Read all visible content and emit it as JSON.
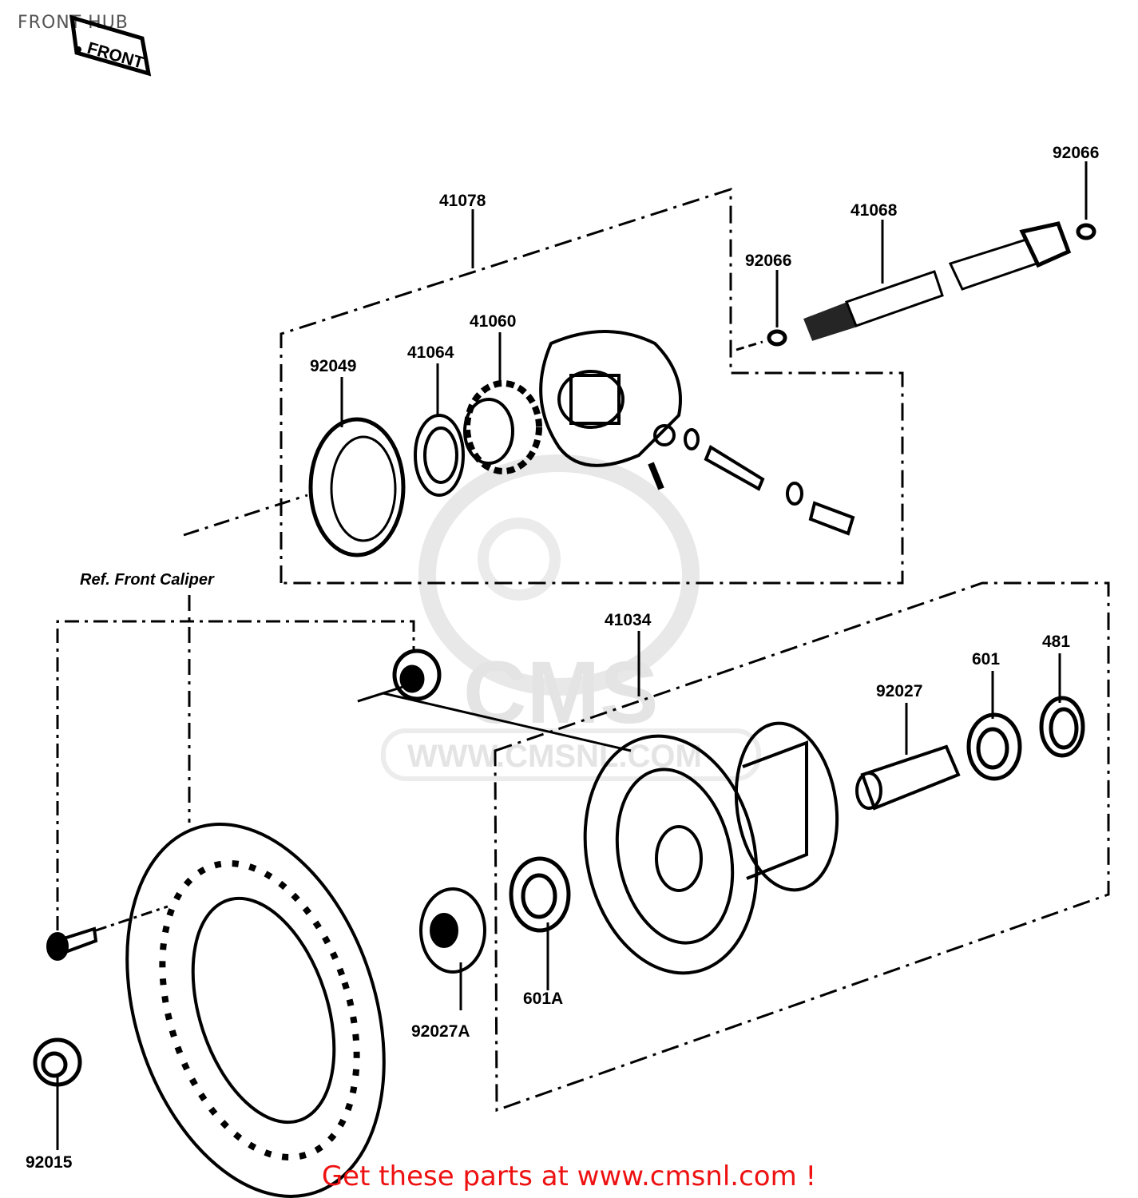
{
  "title": "FRONT HUB",
  "footer": "Get these parts at www.cmsnl.com !",
  "watermark": {
    "logo_text": "CMS",
    "url_text": "WWW.CMSNL.COM"
  },
  "reference_label": "Ref. Front Caliper",
  "front_badge": "FRONT",
  "parts": {
    "p41078": "41078",
    "p92066_top": "92066",
    "p41068": "41068",
    "p92066_mid": "92066",
    "p41060": "41060",
    "p41064": "41064",
    "p92049": "92049",
    "p41034": "41034",
    "p481": "481",
    "p601": "601",
    "p92027": "92027",
    "p92027A": "92027A",
    "p601A": "601A",
    "p92015": "92015"
  }
}
